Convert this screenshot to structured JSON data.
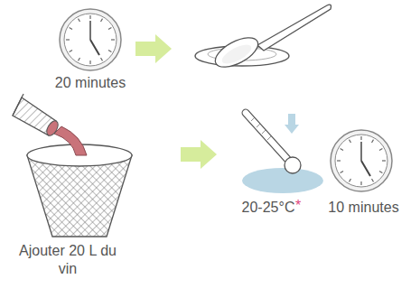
{
  "diagram": {
    "labels": [
      "20 minutes",
      "Ajouter 20 L du vin",
      "20-25°C",
      "*",
      "10 minutes"
    ]
  }
}
